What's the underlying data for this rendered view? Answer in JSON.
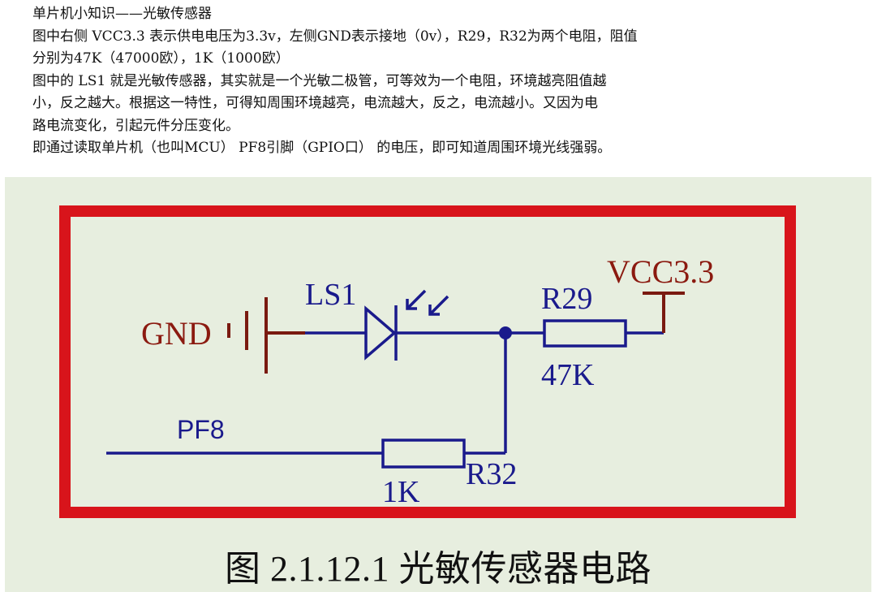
{
  "article": {
    "lines": [
      "单片机小知识——光敏传感器",
      "图中右侧 VCC3.3 表示供电电压为3.3v，左侧GND表示接地（0v），R29，R32为两个电阻，阻值",
      "分别为47K（47000欧），1K（1000欧）",
      "图中的 LS1 就是光敏传感器，其实就是一个光敏二极管，可等效为一个电阻，环境越亮阻值越",
      "小，反之越大。根据这一特性，可得知周围环境越亮，电流越大，反之，电流越小。又因为电",
      "路电流变化，引起元件分压变化。",
      "即通过读取单片机（也叫MCU） PF8引脚（GPIO口） 的电压，即可知道周围环境光线强弱。"
    ]
  },
  "figure": {
    "colors": {
      "background": "#e7eedf",
      "border": "#d8141b",
      "wire": "#1a1a8c",
      "ground": "#7a1a10",
      "label_blue": "#1a1a8c",
      "label_red": "#8b1a10"
    },
    "labels": {
      "gnd": "GND",
      "ls1": "LS1",
      "r29": "R29",
      "r29_value": "47K",
      "vcc": "VCC3.3",
      "pf8": "PF8",
      "r32": "R32",
      "r32_value": "1K"
    },
    "caption": "图 2.1.12.1 光敏传感器电路"
  }
}
